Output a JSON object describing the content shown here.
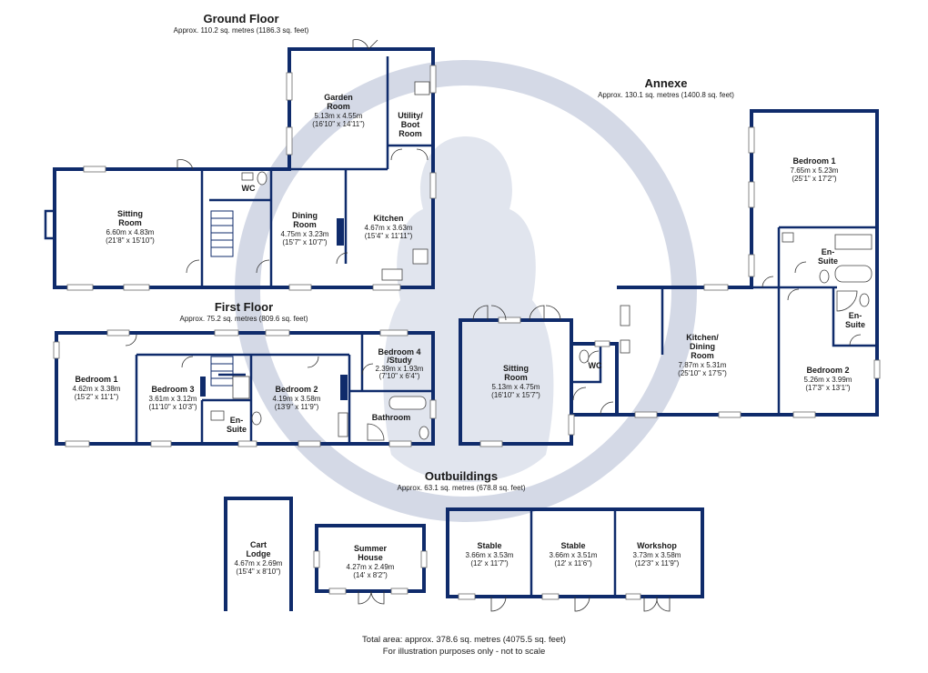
{
  "sections": {
    "ground": {
      "title": "Ground Floor",
      "area": "Approx. 110.2 sq. metres (1186.3 sq. feet)"
    },
    "first": {
      "title": "First Floor",
      "area": "Approx. 75.2 sq. metres (809.6 sq. feet)"
    },
    "annexe": {
      "title": "Annexe",
      "area": "Approx. 130.1 sq. metres (1400.8 sq. feet)"
    },
    "outbuildings": {
      "title": "Outbuildings",
      "area": "Approx. 63.1 sq. metres (678.8 sq. feet)"
    }
  },
  "rooms": {
    "gf_sitting": {
      "name1": "Sitting",
      "name2": "Room",
      "metric": "6.60m x 4.83m",
      "imperial": "(21'8\" x 15'10\")"
    },
    "gf_wc": {
      "name1": "WC"
    },
    "gf_garden": {
      "name1": "Garden",
      "name2": "Room",
      "metric": "5.13m x 4.55m",
      "imperial": "(16'10\" x 14'11\")"
    },
    "gf_utility": {
      "name1": "Utility/",
      "name2": "Boot",
      "name3": "Room"
    },
    "gf_dining": {
      "name1": "Dining",
      "name2": "Room",
      "metric": "4.75m x 3.23m",
      "imperial": "(15'7\" x 10'7\")"
    },
    "gf_kitchen": {
      "name1": "Kitchen",
      "metric": "4.67m x 3.63m",
      "imperial": "(15'4\" x 11'11\")"
    },
    "ff_bed1": {
      "name1": "Bedroom 1",
      "metric": "4.62m x 3.38m",
      "imperial": "(15'2\" x 11'1\")"
    },
    "ff_bed3": {
      "name1": "Bedroom 3",
      "metric": "3.61m x 3.12m",
      "imperial": "(11'10\" x 10'3\")"
    },
    "ff_ensuite": {
      "name1": "En-",
      "name2": "Suite"
    },
    "ff_bed2": {
      "name1": "Bedroom 2",
      "metric": "4.19m x 3.58m",
      "imperial": "(13'9\" x 11'9\")"
    },
    "ff_bed4": {
      "name1": "Bedroom 4",
      "name2": "/Study",
      "metric": "2.39m x 1.93m",
      "imperial": "(7'10\" x 6'4\")"
    },
    "ff_bath": {
      "name1": "Bathroom"
    },
    "an_sitting": {
      "name1": "Sitting",
      "name2": "Room",
      "metric": "5.13m x 4.75m",
      "imperial": "(16'10\" x 15'7\")"
    },
    "an_wc": {
      "name1": "WC"
    },
    "an_kitchen": {
      "name1": "Kitchen/",
      "name2": "Dining",
      "name3": "Room",
      "metric": "7.87m x 5.31m",
      "imperial": "(25'10\" x 17'5\")"
    },
    "an_bed1": {
      "name1": "Bedroom 1",
      "metric": "7.65m x 5.23m",
      "imperial": "(25'1\" x 17'2\")"
    },
    "an_ensuite1": {
      "name1": "En-",
      "name2": "Suite"
    },
    "an_ensuite2": {
      "name1": "En-",
      "name2": "Suite"
    },
    "an_bed2": {
      "name1": "Bedroom 2",
      "metric": "5.26m x 3.99m",
      "imperial": "(17'3\" x 13'1\")"
    },
    "ob_cart": {
      "name1": "Cart",
      "name2": "Lodge",
      "metric": "4.67m x 2.69m",
      "imperial": "(15'4\" x 8'10\")"
    },
    "ob_summer": {
      "name1": "Summer",
      "name2": "House",
      "metric": "4.27m x 2.49m",
      "imperial": "(14' x 8'2\")"
    },
    "ob_stable1": {
      "name1": "Stable",
      "metric": "3.66m x 3.53m",
      "imperial": "(12' x 11'7\")"
    },
    "ob_stable2": {
      "name1": "Stable",
      "metric": "3.66m x 3.51m",
      "imperial": "(12' x 11'6\")"
    },
    "ob_workshop": {
      "name1": "Workshop",
      "metric": "3.73m x 3.58m",
      "imperial": "(12'3\" x 11'9\")"
    }
  },
  "footer": {
    "total": "Total area: approx. 378.6 sq. metres (4075.5 sq. feet)",
    "note": "For illustration purposes only - not to scale"
  },
  "colors": {
    "wall": "#0f2b6b",
    "watermark": "#c9d0e0"
  }
}
